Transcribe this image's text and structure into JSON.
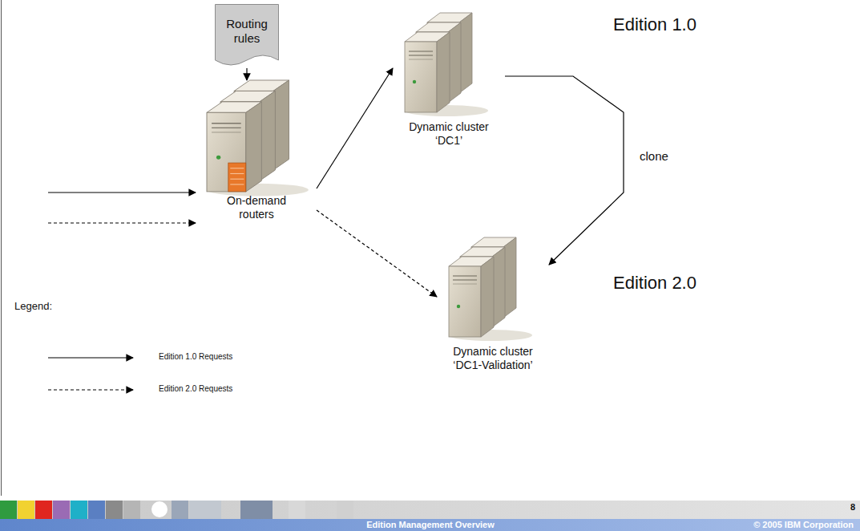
{
  "diagram": {
    "nodes": [
      {
        "text": [
          "Routing rules"
        ]
      },
      {
        "text": [
          "On-demand routers"
        ]
      },
      {
        "text": [
          "Dynamic cluster ‘DC1’"
        ]
      },
      {
        "text": [
          "Dynamic cluster ‘DC1-Validation’"
        ]
      }
    ],
    "edges": [
      {
        "from": 0,
        "to": 1,
        "arrow": "to"
      },
      {
        "from": 1,
        "to": 2,
        "arrow": "to"
      },
      {
        "from": 1,
        "to": 3,
        "arrow": "to"
      },
      {
        "from": 2,
        "to": 3,
        "label": "clone",
        "arrow": "to"
      }
    ],
    "labels": [
      "Edition 1.0",
      "Edition 2.0",
      "Legend:",
      "8",
      "Edition Management Overview",
      "© 2005 IBM Corporation"
    ],
    "legend": [
      {
        "text": "Edition 1.0 Requests"
      },
      {
        "text": "Edition 2.0 Requests"
      }
    ]
  }
}
